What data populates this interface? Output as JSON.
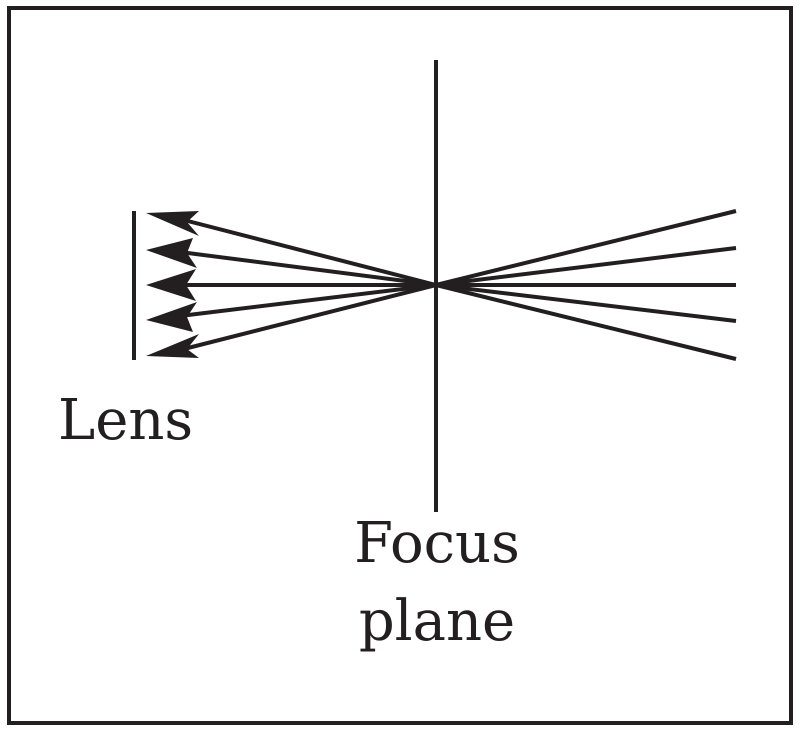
{
  "labels": {
    "lens": "Lens",
    "focus_plane_line1": "Focus",
    "focus_plane_line2": "plane"
  },
  "colors": {
    "ink": "#231f20",
    "background": "#ffffff"
  },
  "rays": {
    "count": 5
  }
}
